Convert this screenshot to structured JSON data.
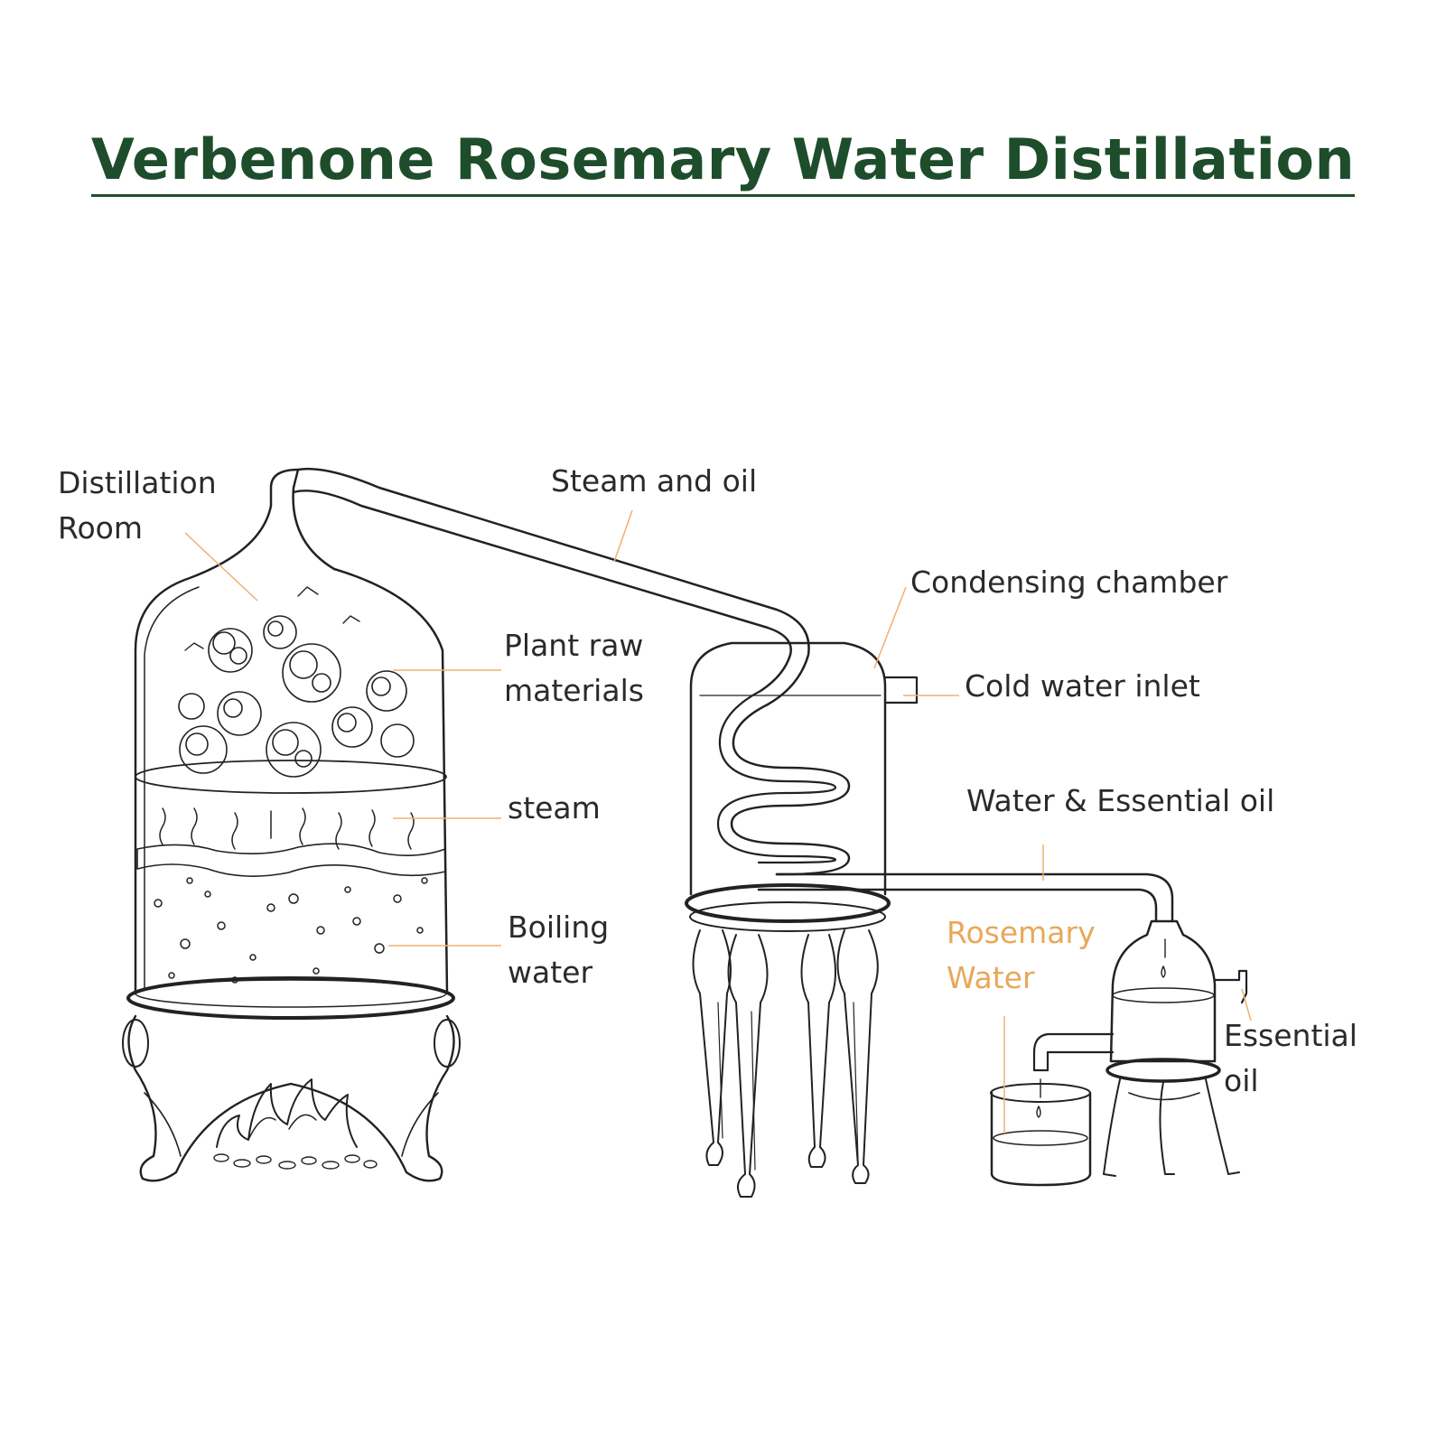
{
  "title": "Verbenone Rosemary Water Distillation",
  "colors": {
    "title": "#1e4d2b",
    "accent": "#e8a85a",
    "ink": "#2a2a2a",
    "leader": "#f0b070"
  },
  "labels": {
    "distillation_room": [
      "Distillation",
      "Room"
    ],
    "steam_and_oil": "Steam and oil",
    "condensing_chamber": "Condensing chamber",
    "plant_raw_materials": [
      "Plant raw",
      "materials"
    ],
    "cold_water_inlet": "Cold water inlet",
    "steam": "steam",
    "water_essential_oil": "Water & Essential oil",
    "boiling_water": [
      "Boiling",
      "water"
    ],
    "rosemary_water": [
      "Rosemary",
      "Water"
    ],
    "essential_oil": [
      "Essential",
      "oil"
    ]
  }
}
